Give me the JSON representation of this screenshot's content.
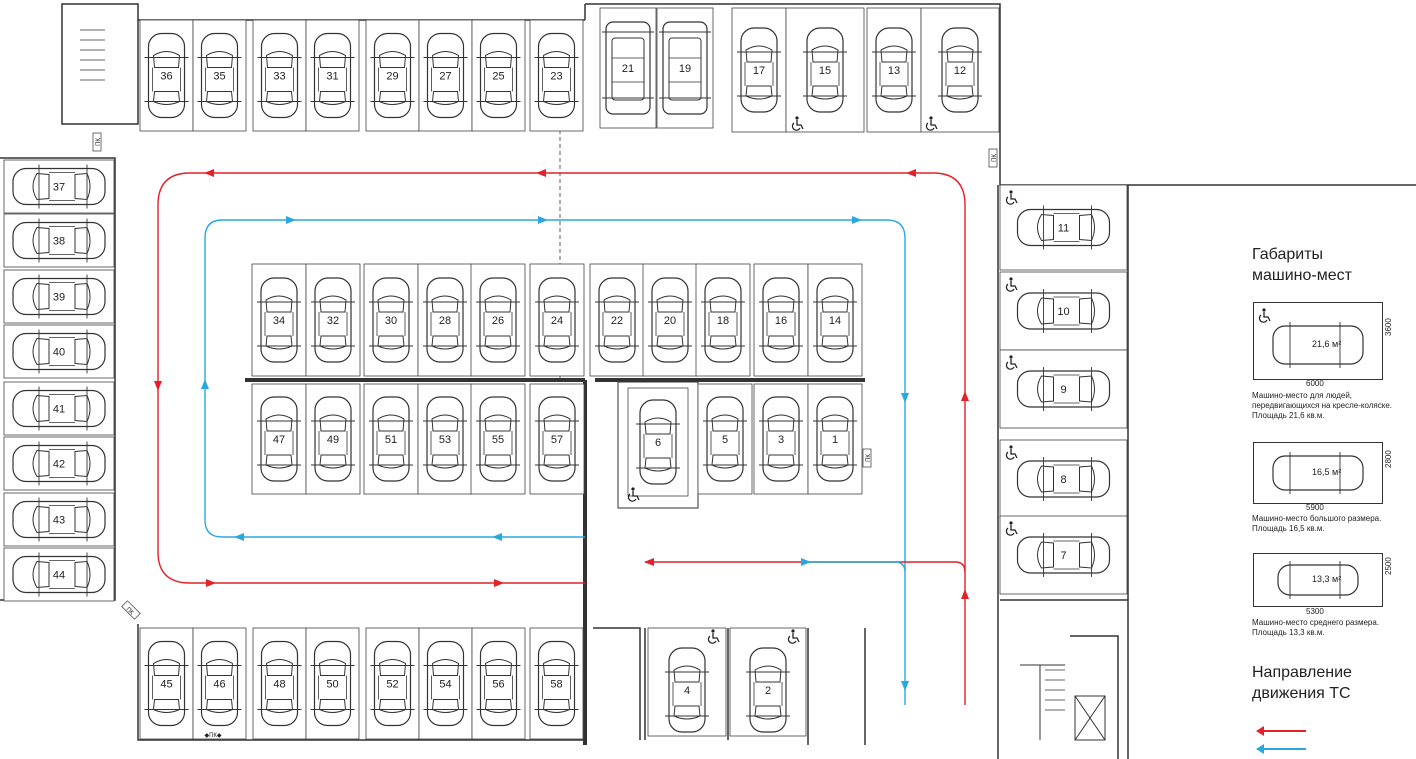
{
  "plan": {
    "top_spots": [
      "36",
      "35",
      "33",
      "31",
      "29",
      "27",
      "25",
      "23",
      "21",
      "19",
      "17",
      "15",
      "13",
      "12"
    ],
    "left_spots": [
      "37",
      "38",
      "39",
      "40",
      "41",
      "42",
      "43",
      "44"
    ],
    "right_spots": [
      "11",
      "10",
      "9",
      "8",
      "7"
    ],
    "middle_upper": [
      "34",
      "32",
      "30",
      "28",
      "26",
      "24",
      "22",
      "20",
      "18",
      "16",
      "14"
    ],
    "middle_lower": [
      "47",
      "49",
      "51",
      "53",
      "55",
      "57"
    ],
    "middle_lower_right": [
      "5",
      "3",
      "1"
    ],
    "bottom_spots": [
      "45",
      "46",
      "48",
      "50",
      "52",
      "54",
      "56",
      "58"
    ],
    "single_spots": [
      "6",
      "4",
      "2"
    ],
    "fire_tag": "ПК",
    "fire_tag_bottom": "◆ПК◆",
    "accessible_icon": "wheelchair-icon",
    "route_colors": {
      "red": "#e4202a",
      "blue": "#29a8e0"
    }
  },
  "legend": {
    "title": "Габариты\nмашино-мест",
    "items": [
      {
        "area": "21,6 м²",
        "length": "6000",
        "width": "3600",
        "caption": "Машино-место для людей,\nпередвигающихся на кресле-коляске.\nПлощадь 21,6 кв.м."
      },
      {
        "area": "16,5 м²",
        "length": "5900",
        "width": "2800",
        "caption": "Машино-место большого размера.\nПлощадь 16,5 кв.м."
      },
      {
        "area": "13,3 м²",
        "length": "5300",
        "width": "2500",
        "caption": "Машино-место среднего размера.\nПлощадь 13,3 кв.м."
      }
    ],
    "direction_title": "Направление\nдвижения ТС"
  }
}
